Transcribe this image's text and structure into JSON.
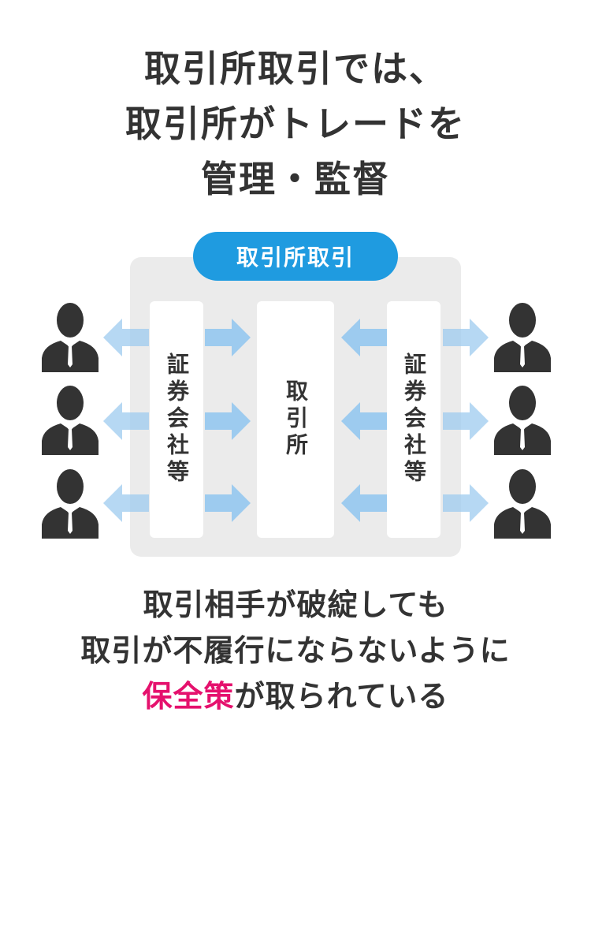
{
  "title": {
    "line1": "取引所取引では、",
    "line2": "取引所がトレードを",
    "line3": "管理・監督"
  },
  "diagram": {
    "header": "取引所取引",
    "left_box": "証券会社等",
    "center_box": "取引所",
    "right_box": "証券会社等"
  },
  "body": {
    "line1": "取引相手が破綻しても",
    "line2": "取引が不履行にならないように",
    "line3_highlight": "保全策",
    "line3_rest": "が取られている"
  },
  "colors": {
    "header_blue": "#1f9be0",
    "arrow_blue": "#9dcbef",
    "highlight_pink": "#e5116d",
    "panel_gray": "#ebebeb",
    "person": "#333333"
  },
  "icons": {
    "person": "businessperson-icon",
    "arrow": "double-arrow-icon"
  }
}
